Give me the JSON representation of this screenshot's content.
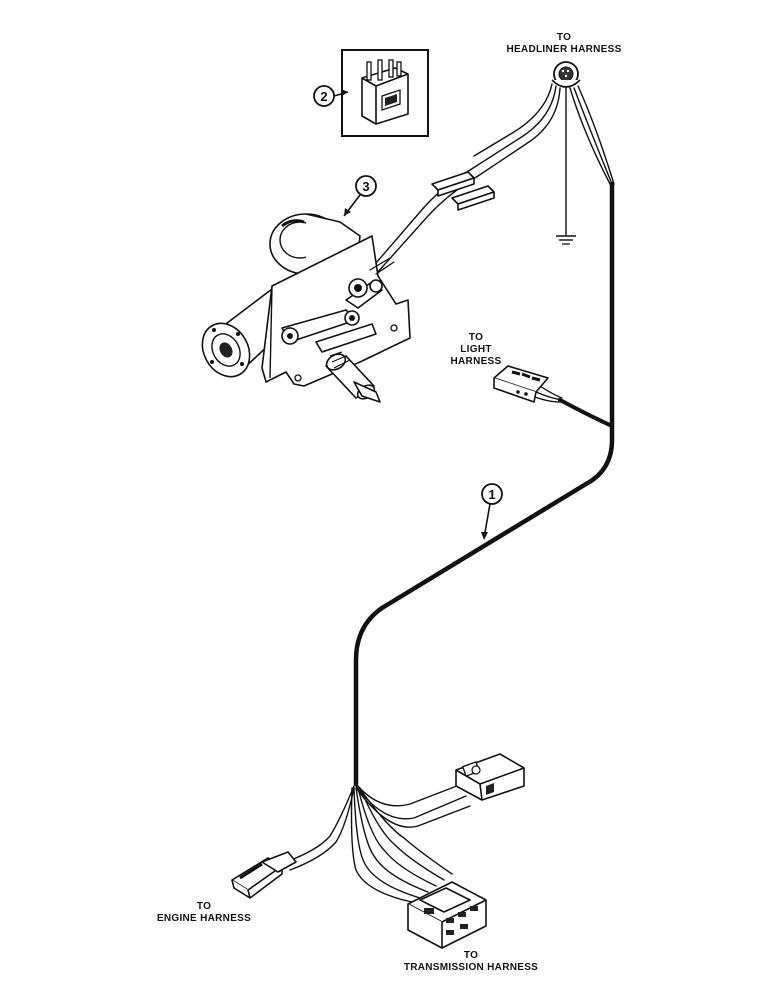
{
  "labels": {
    "headliner": [
      "TO",
      "HEADLINER HARNESS"
    ],
    "light": [
      "TO",
      "LIGHT",
      "HARNESS"
    ],
    "engine": [
      "TO",
      "ENGINE HARNESS"
    ],
    "transmission": [
      "TO",
      "TRANSMISSION HARNESS"
    ]
  },
  "callouts": {
    "harness": "1",
    "connector": "2",
    "motor": "3"
  },
  "colors": {
    "ink": "#111111",
    "background": "#ffffff"
  }
}
